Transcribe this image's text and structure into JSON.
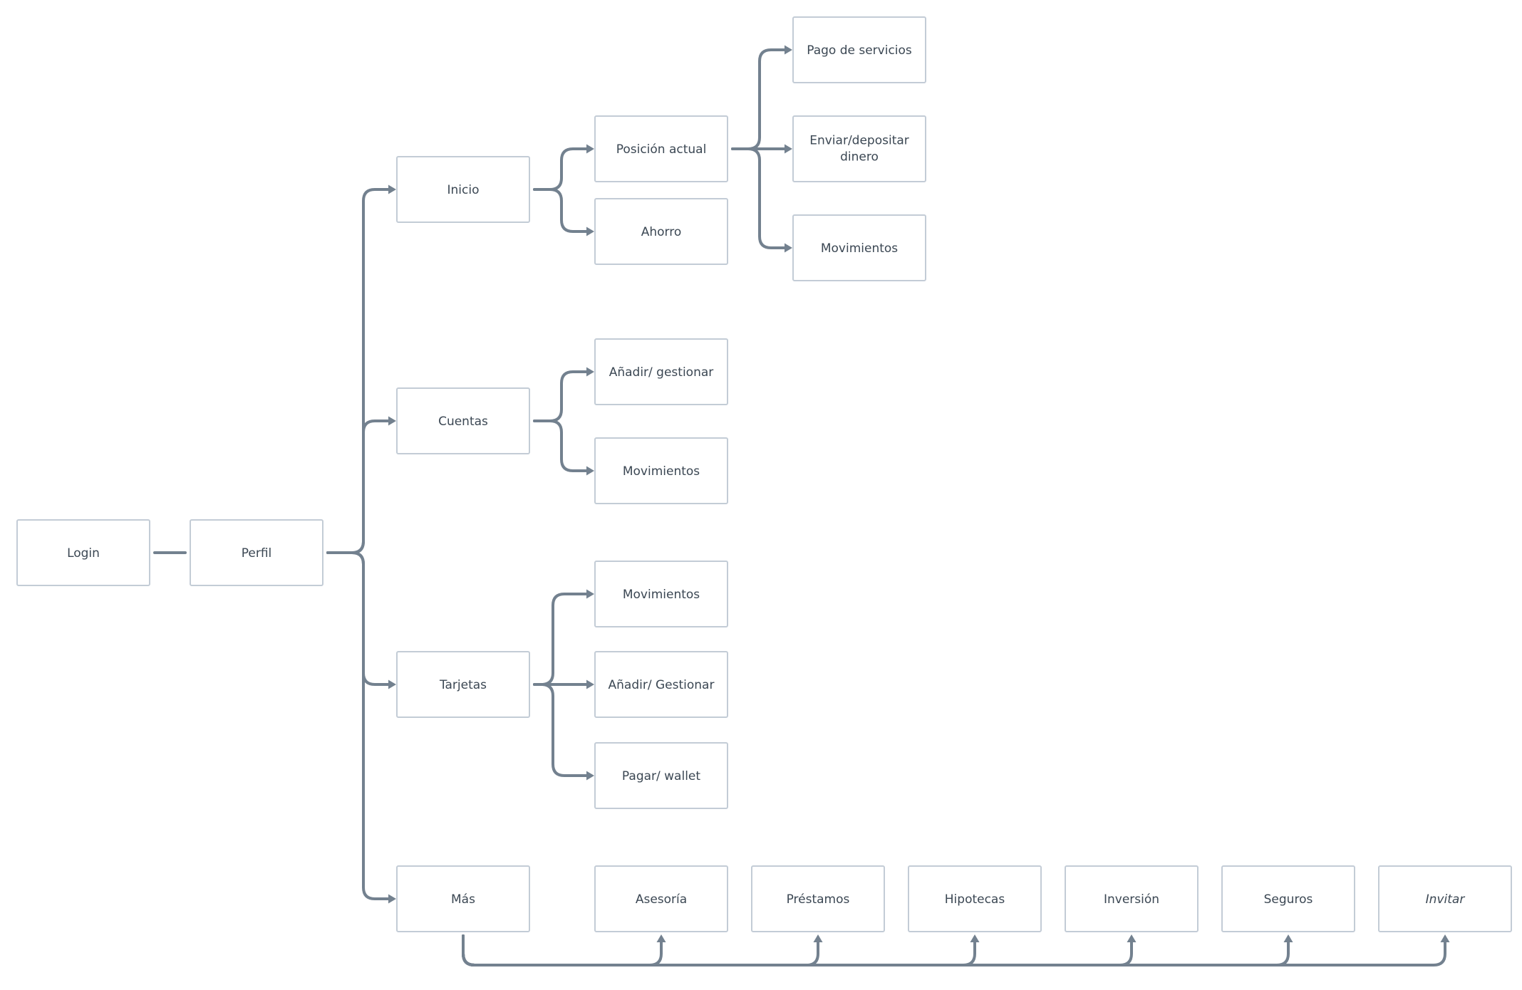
{
  "diagram": {
    "nodes": [
      {
        "id": "login",
        "label": "Login"
      },
      {
        "id": "perfil",
        "label": "Perfil"
      },
      {
        "id": "inicio",
        "label": "Inicio"
      },
      {
        "id": "cuentas",
        "label": "Cuentas"
      },
      {
        "id": "tarjetas",
        "label": "Tarjetas"
      },
      {
        "id": "mas",
        "label": "Más"
      },
      {
        "id": "posicion",
        "label": "Posición actual"
      },
      {
        "id": "ahorro",
        "label": "Ahorro"
      },
      {
        "id": "pago",
        "label": "Pago de servicios"
      },
      {
        "id": "enviar",
        "label": "Enviar/depositar dinero",
        "lines": [
          "Enviar/depositar",
          "dinero"
        ]
      },
      {
        "id": "movimientos_inicio",
        "label": "Movimientos"
      },
      {
        "id": "anadir_cuentas",
        "label": "Añadir/ gestionar"
      },
      {
        "id": "movimientos_cuentas",
        "label": "Movimientos"
      },
      {
        "id": "movimientos_tarjetas",
        "label": "Movimientos"
      },
      {
        "id": "anadir_tarjetas",
        "label": "Añadir/ Gestionar"
      },
      {
        "id": "pagar",
        "label": "Pagar/ wallet"
      },
      {
        "id": "asesoria",
        "label": "Asesoría"
      },
      {
        "id": "prestamos",
        "label": "Préstamos"
      },
      {
        "id": "hipotecas",
        "label": "Hipotecas"
      },
      {
        "id": "inversion",
        "label": "Inversión"
      },
      {
        "id": "seguros",
        "label": "Seguros"
      },
      {
        "id": "invitar",
        "label": "Invitar",
        "italic": true
      }
    ],
    "edges": [
      {
        "from": "login",
        "to": "perfil",
        "arrow": false
      },
      {
        "from": "perfil",
        "to": "inicio"
      },
      {
        "from": "perfil",
        "to": "cuentas"
      },
      {
        "from": "perfil",
        "to": "tarjetas"
      },
      {
        "from": "perfil",
        "to": "mas"
      },
      {
        "from": "inicio",
        "to": "posicion"
      },
      {
        "from": "inicio",
        "to": "ahorro"
      },
      {
        "from": "posicion",
        "to": "pago"
      },
      {
        "from": "posicion",
        "to": "enviar"
      },
      {
        "from": "posicion",
        "to": "movimientos_inicio"
      },
      {
        "from": "cuentas",
        "to": "anadir_cuentas"
      },
      {
        "from": "cuentas",
        "to": "movimientos_cuentas"
      },
      {
        "from": "tarjetas",
        "to": "movimientos_tarjetas"
      },
      {
        "from": "tarjetas",
        "to": "anadir_tarjetas"
      },
      {
        "from": "tarjetas",
        "to": "pagar"
      },
      {
        "from": "mas",
        "to": "asesoria"
      },
      {
        "from": "mas",
        "to": "prestamos"
      },
      {
        "from": "mas",
        "to": "hipotecas"
      },
      {
        "from": "mas",
        "to": "inversion"
      },
      {
        "from": "mas",
        "to": "seguros"
      },
      {
        "from": "mas",
        "to": "invitar"
      }
    ]
  }
}
